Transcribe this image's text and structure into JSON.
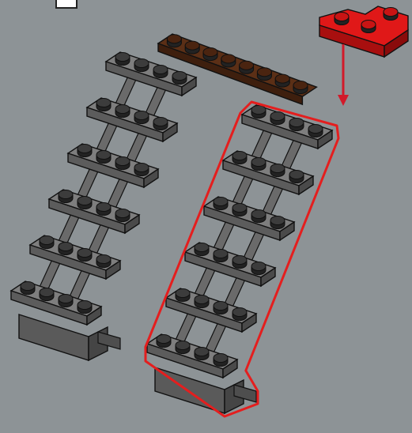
{
  "diagram": {
    "kind": "building-instruction-step",
    "colors": {
      "background": "#8d9396",
      "grey_brick_top": "#7d7d7d",
      "grey_brick_front": "#5b5b5b",
      "stud_top": "#3a3a3a",
      "brown_plate": "#5a2e14",
      "red_part": "#e01818",
      "highlight_outline": "#e41e1e",
      "arrow": "#d21a2a"
    },
    "left_stair": {
      "steps": 6,
      "studs_per_step": 4,
      "highlighted": false
    },
    "right_stair": {
      "steps": 6,
      "studs_per_step": 4,
      "highlighted": true
    },
    "connector_plate": {
      "color_name": "brown",
      "studs": 8
    },
    "new_part": {
      "name": "red L-plate",
      "studs": 3,
      "callout": "arrow"
    }
  }
}
